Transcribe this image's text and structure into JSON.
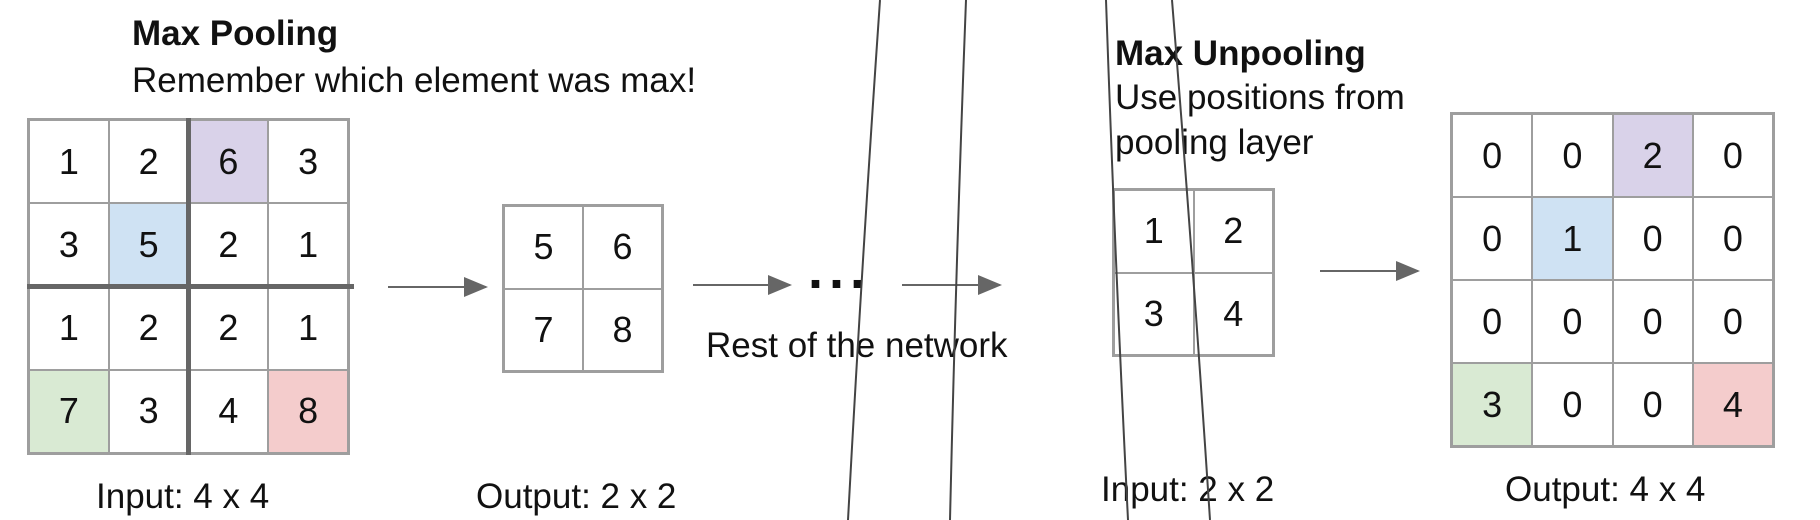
{
  "pooling": {
    "title": "Max Pooling",
    "subtitle": "Remember which element was max!",
    "input_grid": [
      [
        "1",
        "2",
        "6",
        "3"
      ],
      [
        "3",
        "5",
        "2",
        "1"
      ],
      [
        "1",
        "2",
        "2",
        "1"
      ],
      [
        "7",
        "3",
        "4",
        "8"
      ]
    ],
    "input_caption": "Input: 4 x 4",
    "output_grid": [
      [
        "5",
        "6"
      ],
      [
        "7",
        "8"
      ]
    ],
    "output_caption": "Output: 2 x 2"
  },
  "network": {
    "ellipsis": "...",
    "label": "Rest of the network"
  },
  "unpooling": {
    "title": "Max Unpooling",
    "subtitle_line1": "Use positions from",
    "subtitle_line2": "pooling layer",
    "input_grid": [
      [
        "1",
        "2"
      ],
      [
        "3",
        "4"
      ]
    ],
    "input_caption": "Input: 2 x 2",
    "output_grid": [
      [
        "0",
        "0",
        "2",
        "0"
      ],
      [
        "0",
        "1",
        "0",
        "0"
      ],
      [
        "0",
        "0",
        "0",
        "0"
      ],
      [
        "3",
        "0",
        "0",
        "4"
      ]
    ],
    "output_caption": "Output: 4 x 4"
  },
  "colors": {
    "purple": "#d9d2e9",
    "blue": "#cfe2f3",
    "green": "#d9ead3",
    "red": "#f4cccc",
    "border": "#9e9e9e",
    "arrow": "#666666"
  }
}
